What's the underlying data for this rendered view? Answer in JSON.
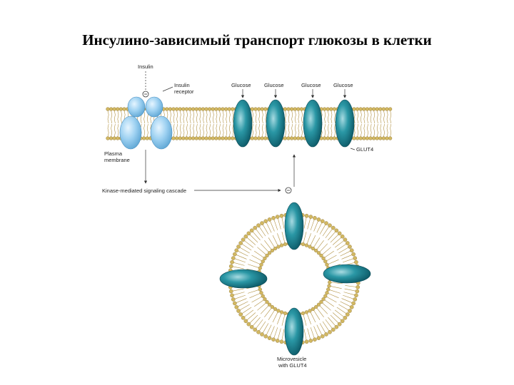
{
  "title": "Инсулино-зависимый транспорт глюкозы в клетки",
  "labels": {
    "insulin": "Insulin",
    "insulin_receptor_1": "Insulin",
    "insulin_receptor_2": "receptor",
    "glucose": "Glucose",
    "glut4": "GLUT4",
    "plasma_membrane_1": "Plasma",
    "plasma_membrane_2": "membrane",
    "kinase_cascade": "Kinase-mediated signaling cascade",
    "microvesicle_1": "Microvesicle",
    "microvesicle_2": "with GLUT4"
  },
  "colors": {
    "membrane": "#c8b060",
    "receptor": "#8ec6ea",
    "glut4": "#1c8494",
    "glut4_dark": "#0e5060"
  }
}
